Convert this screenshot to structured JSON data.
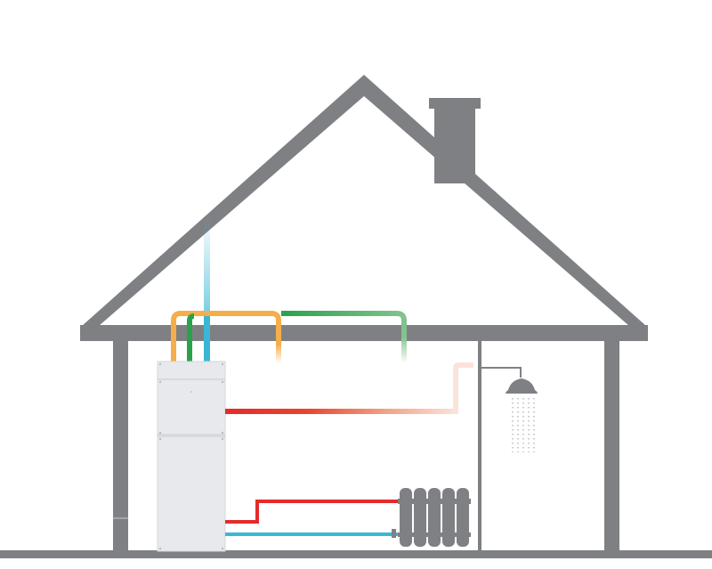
{
  "diagram": {
    "colors": {
      "structure": "#7f8083",
      "background": "#ffffff",
      "cabinet": "#e8e9ec",
      "cabinet_edge": "#d4d6da",
      "supply_air": "#f4ae4a",
      "exhaust_air": "#2aa24c",
      "fresh_air": "#3ab7d4",
      "hot_water": "#e32b2b",
      "cold_water": "#3ab7d4",
      "fade_pink": "#f6d4c6"
    },
    "components": [
      {
        "name": "house-structure",
        "icon": "house-icon"
      },
      {
        "name": "chimney",
        "icon": "chimney-icon"
      },
      {
        "name": "heat-pump-unit",
        "icon": "cabinet-icon"
      },
      {
        "name": "shower",
        "icon": "shower-icon"
      },
      {
        "name": "radiator",
        "icon": "radiator-icon"
      }
    ]
  }
}
